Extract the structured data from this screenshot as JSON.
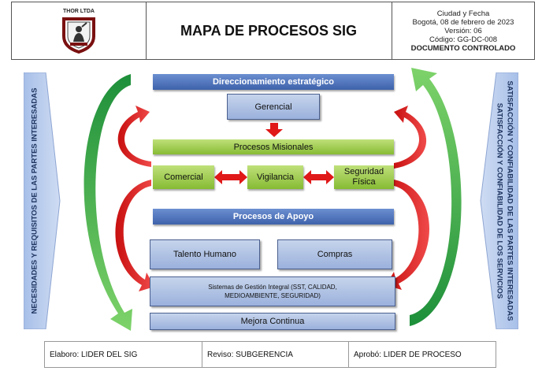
{
  "header": {
    "logo_text": "THOR LTDA",
    "title": "MAPA DE PROCESOS SIG",
    "info": {
      "line1": "Ciudad y Fecha",
      "line2": "Bogotá, 08 de febrero de 2023",
      "line3": "Versión: 06",
      "line4": "Código: GG-DC-008",
      "line5": "DOCUMENTO CONTROLADO"
    }
  },
  "left_banner": "NECESIDADES Y REQUISITOS DE LAS PARTES INTERESADAS",
  "right_banner": {
    "line1": "SATISFACCIÓN Y CONFIABILIDAD DE LAS PARTES INTERESADAS",
    "line2": "SATISFACCIÓN Y CONFIABILIDAD DE LOS SERVICIOS"
  },
  "processes": {
    "strategic": "Direccionamiento estratégico",
    "gerencial": "Gerencial",
    "misionales": "Procesos Misionales",
    "comercial": "Comercial",
    "vigilancia": "Vigilancia",
    "seguridad_1": "Seguridad",
    "seguridad_2": "Física",
    "apoyo": "Procesos de Apoyo",
    "talento": "Talento Humano",
    "compras": "Compras",
    "sig_1": "Sistemas de Gestión Integral (SST, CALIDAD,",
    "sig_2": "MEDIOAMBIENTE, SEGURIDAD)",
    "mejora": "Mejora Continua"
  },
  "footer": {
    "elaboro": "Elaboro: LIDER DEL SIG",
    "reviso": "Reviso: SUBGERENCIA",
    "aprobo": "Aprobó: LIDER DE PROCESO"
  },
  "colors": {
    "strategic_blue": "#3e62ab",
    "mission_green": "#86bb33",
    "arrow_red": "#e31b1b",
    "arrow_green": "#1e9b3e"
  }
}
